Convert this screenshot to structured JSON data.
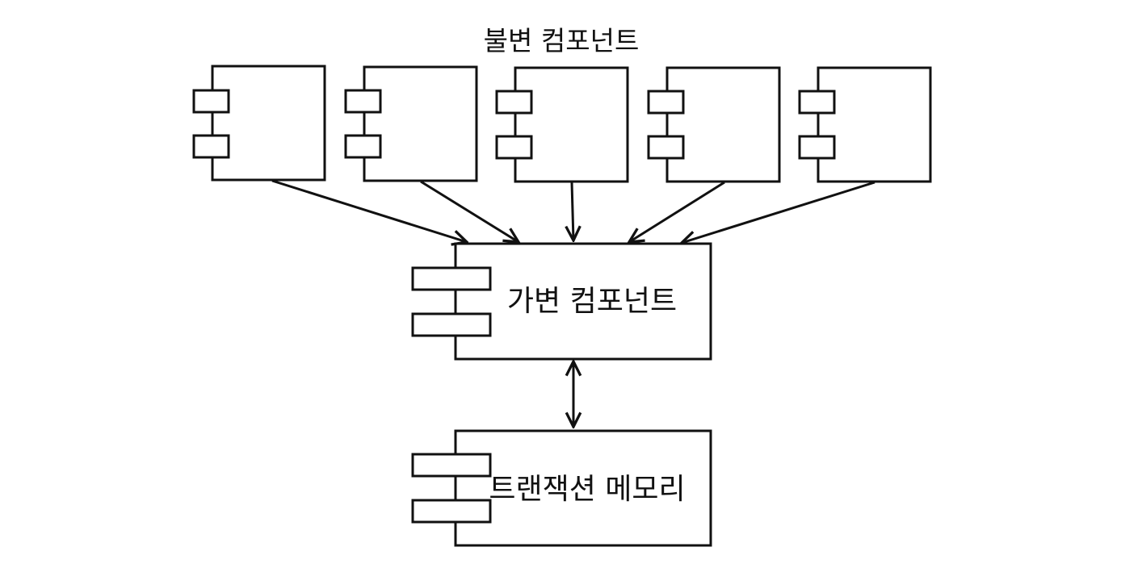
{
  "diagram": {
    "title": "불변 컴포넌트",
    "immutable_components": [
      {
        "id": "c1"
      },
      {
        "id": "c2"
      },
      {
        "id": "c3"
      },
      {
        "id": "c4"
      },
      {
        "id": "c5"
      }
    ],
    "mutable_component": {
      "label": "가변 컴포넌트"
    },
    "transactional_memory": {
      "label": "트랜잭션 메모리"
    },
    "edges": [
      {
        "from": "c1",
        "to": "mutable",
        "direction": "forward"
      },
      {
        "from": "c2",
        "to": "mutable",
        "direction": "forward"
      },
      {
        "from": "c3",
        "to": "mutable",
        "direction": "forward"
      },
      {
        "from": "c4",
        "to": "mutable",
        "direction": "forward"
      },
      {
        "from": "c5",
        "to": "mutable",
        "direction": "forward"
      },
      {
        "from": "mutable",
        "to": "transactional_memory",
        "direction": "both"
      }
    ]
  }
}
